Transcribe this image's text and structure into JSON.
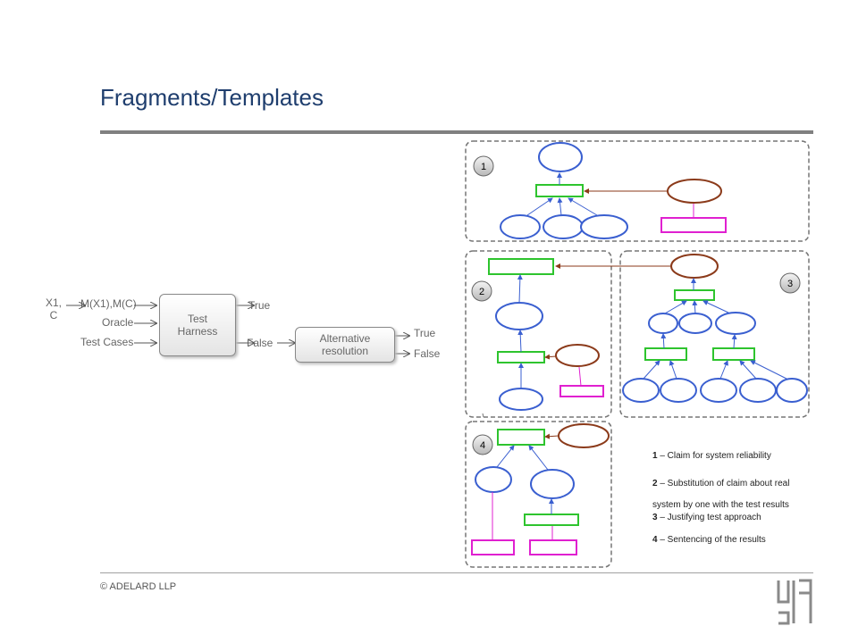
{
  "slide": {
    "title": "Fragments/Templates",
    "copyright": "© ADELARD LLP"
  },
  "flow": {
    "input_x1_line1": "X1,",
    "input_x1_line2": "C",
    "input_m": "M(X1),M(C)",
    "input_oracle": "Oracle",
    "input_test_cases": "Test Cases",
    "test_harness_line1": "Test",
    "test_harness_line2": "Harness",
    "out_true": "True",
    "out_false": "False",
    "alt_line1": "Alternative",
    "alt_line2": "resolution",
    "alt_true": "True",
    "alt_false": "False"
  },
  "panels": {
    "p1_badge": "1",
    "p2_badge": "2",
    "p3_badge": "3",
    "p4_badge": "4"
  },
  "legend": {
    "l1_num": "1",
    "l1_text": " – Claim for system reliability",
    "l2_num": "2",
    "l2_text_a": " – Substitution of claim about real",
    "l2_text_b": "system by one with the test results",
    "l3_num": "3",
    "l3_text": " – Justifying test approach",
    "l4_num": "4",
    "l4_text": " – Sentencing of the results"
  },
  "colors": {
    "title": "#1f3e6e",
    "claim_node": "#3a5fd0",
    "strategy_node": "#2ec42e",
    "context_node": "#e020d0",
    "justification_node": "#8b3a1a"
  }
}
